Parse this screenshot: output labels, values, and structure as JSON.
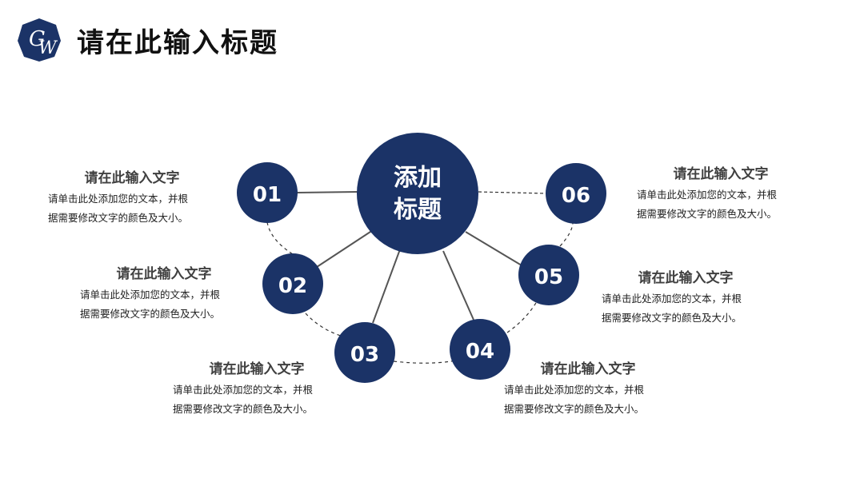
{
  "page": {
    "title": "请在此输入标题"
  },
  "logo": {
    "icon": "monogram-logo-icon",
    "letters": "GW",
    "color": "#1b3367"
  },
  "colors": {
    "accent": "#1b3367",
    "connector": "#555555"
  },
  "center": {
    "line1": "添加",
    "line2": "标题"
  },
  "nodes": [
    {
      "number": "01",
      "title": "请在此输入文字",
      "body_line1": "请单击此处添加您的文本，并根",
      "body_line2": "据需要修改文字的颜色及大小。"
    },
    {
      "number": "02",
      "title": "请在此输入文字",
      "body_line1": "请单击此处添加您的文本，并根",
      "body_line2": "据需要修改文字的颜色及大小。"
    },
    {
      "number": "03",
      "title": "请在此输入文字",
      "body_line1": "请单击此处添加您的文本，并根",
      "body_line2": "据需要修改文字的颜色及大小。"
    },
    {
      "number": "04",
      "title": "请在此输入文字",
      "body_line1": "请单击此处添加您的文本，并根",
      "body_line2": "据需要修改文字的颜色及大小。"
    },
    {
      "number": "05",
      "title": "请在此输入文字",
      "body_line1": "请单击此处添加您的文本，并根",
      "body_line2": "据需要修改文字的颜色及大小。"
    },
    {
      "number": "06",
      "title": "请在此输入文字",
      "body_line1": "请单击此处添加您的文本，并根",
      "body_line2": "据需要修改文字的颜色及大小。"
    }
  ]
}
